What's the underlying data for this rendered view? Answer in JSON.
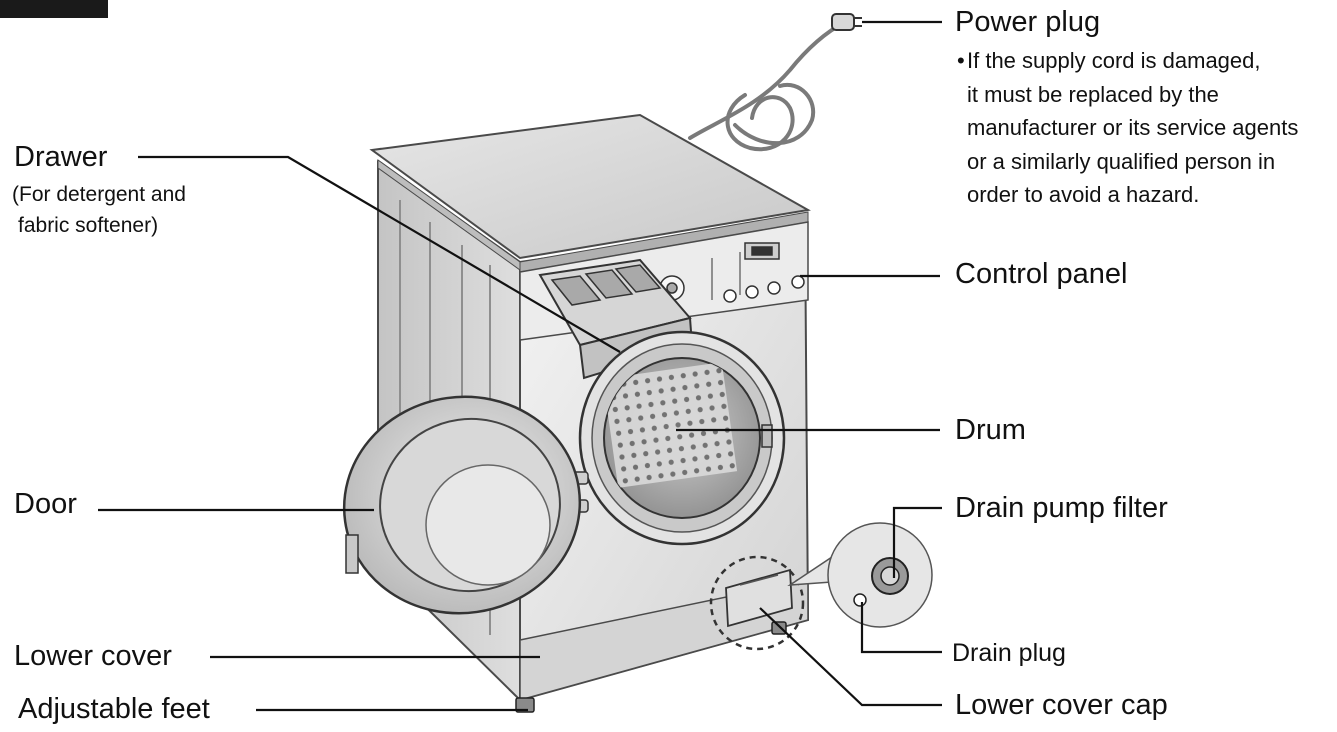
{
  "labels": {
    "power_plug": "Power plug",
    "power_plug_note": [
      "If the supply cord is damaged,",
      "it must be replaced by the",
      "manufacturer or its service agents",
      "or a similarly qualified person in",
      "order to avoid a hazard."
    ],
    "drawer": "Drawer",
    "drawer_note_1": "(For detergent and",
    "drawer_note_2": "fabric softener)",
    "control_panel": "Control panel",
    "drum": "Drum",
    "door": "Door",
    "drain_pump_filter": "Drain pump filter",
    "drain_plug": "Drain plug",
    "lower_cover": "Lower cover",
    "lower_cover_cap": "Lower cover cap",
    "adjustable_feet": "Adjustable feet"
  },
  "colors": {
    "line": "#111111",
    "machine_light": "#f2f2f2",
    "machine_mid": "#cfcfcf",
    "machine_dark": "#9a9a9a",
    "outline": "#3a3a3a"
  }
}
